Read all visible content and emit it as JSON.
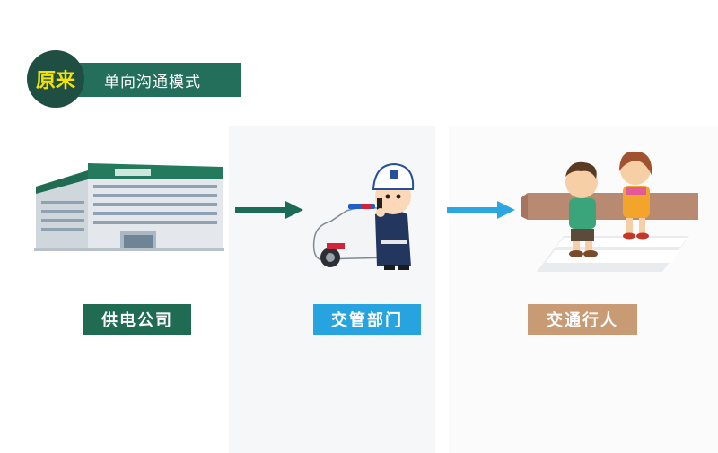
{
  "header": {
    "badge": "原来",
    "title": "单向沟通模式"
  },
  "flow": {
    "nodes": [
      {
        "label": "供电公司",
        "icon": "building-icon",
        "color": "#1f6c52"
      },
      {
        "label": "交管部门",
        "icon": "traffic-police-icon",
        "color": "#27a3e0"
      },
      {
        "label": "交通行人",
        "icon": "pedestrians-icon",
        "color": "#c89b74"
      }
    ],
    "arrows": [
      {
        "color": "#1b6b58"
      },
      {
        "color": "#2ca6e0"
      }
    ]
  },
  "colors": {
    "badge_bg": "#1f4f43",
    "badge_text": "#f4e200",
    "banner_bg": "#246f5c"
  }
}
